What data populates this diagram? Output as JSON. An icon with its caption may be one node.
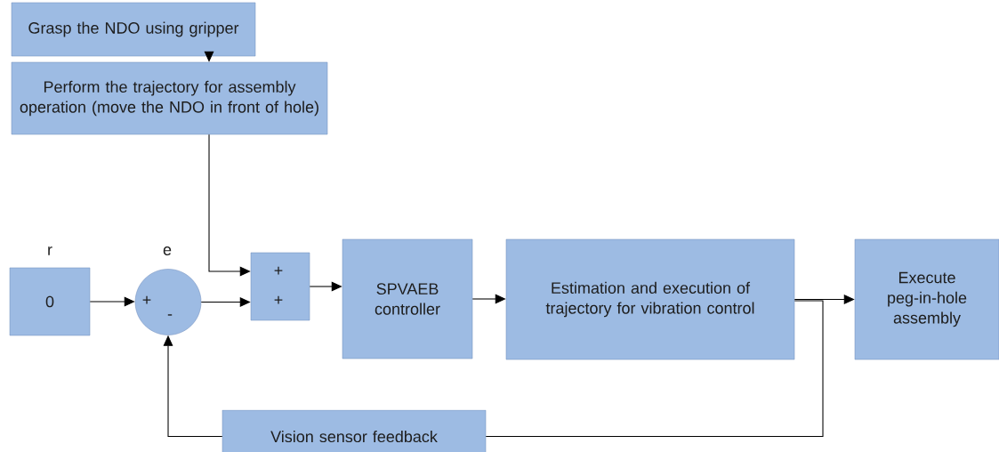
{
  "diagram": {
    "nodes": [
      {
        "text": [
          "Grasp the NDO using gripper"
        ]
      },
      {
        "text": [
          "Perform the trajectory for assembly operation (move the NDO in front of hole)"
        ]
      },
      {
        "text": [
          "0"
        ],
        "beside": [
          "r"
        ]
      },
      {
        "text": [
          "+",
          "-"
        ],
        "beside": [
          "e"
        ]
      },
      {
        "text": [
          "+",
          "+"
        ]
      },
      {
        "text": [
          "SPVAEB controller"
        ]
      },
      {
        "text": [
          "Estimation and execution of trajectory for vibration control"
        ]
      },
      {
        "text": [
          "Execute peg-in-hole assembly"
        ]
      },
      {
        "text": [
          "Vision sensor feedback"
        ]
      }
    ],
    "edges": [
      {
        "from": 0,
        "to": 1,
        "arrow": "to"
      },
      {
        "from": 1,
        "to": 4,
        "arrow": "to"
      },
      {
        "from": 2,
        "to": 3,
        "arrow": "to"
      },
      {
        "from": 3,
        "to": 4,
        "arrow": "to"
      },
      {
        "from": 4,
        "to": 5,
        "arrow": "to"
      },
      {
        "from": 5,
        "to": 6,
        "arrow": "to"
      },
      {
        "from": 6,
        "to": 7,
        "arrow": "to"
      },
      {
        "from": 6,
        "to": 8,
        "arrow": "none"
      },
      {
        "from": 8,
        "to": 3,
        "arrow": "to"
      }
    ]
  }
}
